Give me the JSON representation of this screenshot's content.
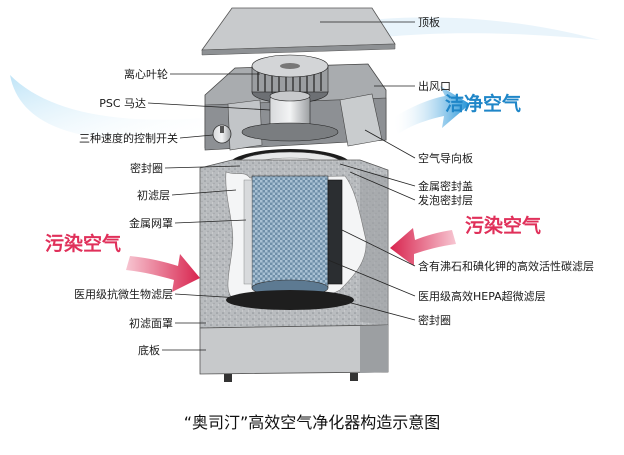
{
  "caption": "“奥司汀”高效空气净化器构造示意图",
  "labels_right": {
    "top_plate": "顶板",
    "air_outlet": "出风口",
    "air_guide": "空气导向板",
    "metal_cover": "金属密封盖",
    "foam_layer": "发泡密封层",
    "carbon_layer": "含有沸石和碘化钾的高效活性碳滤层",
    "hepa_layer": "医用级高效HEPA超微滤层",
    "seal_ring_bottom": "密封圈"
  },
  "labels_left": {
    "impeller": "离心叶轮",
    "motor": "PSC 马达",
    "speed_switch": "三种速度的控制开关",
    "seal_ring": "密封圈",
    "pre_filter": "初滤层",
    "metal_mesh": "金属网罩",
    "antimicrobial_layer": "医用级抗微生物滤层",
    "pre_filter_cover": "初滤面罩",
    "base_plate": "底板"
  },
  "callouts": {
    "clean_air": "洁净空气",
    "polluted_air_left": "污染空气",
    "polluted_air_right": "污染空气"
  },
  "colors": {
    "clean_air": "#1f86c8",
    "polluted_air": "#e0305a",
    "arrow_blue": "#3aa0dc",
    "arrow_red": "#d8244e"
  }
}
